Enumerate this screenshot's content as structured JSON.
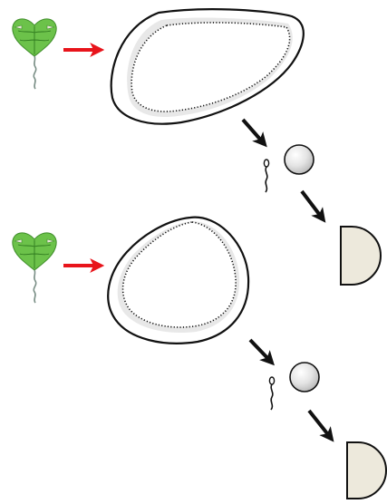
{
  "colors": {
    "background": "#ffffff",
    "input_arrow": "#e8141b",
    "step_arrow": "#111111",
    "outline": "#111111",
    "leaf_fill": "#6cc24a",
    "leaf_veins": "#2f7a1f",
    "leaf_notch": "#e9e6d8",
    "stalk": "#7a8f86",
    "cell_body_light": "#ffffff",
    "cell_body_shadow": "#cfcfcf",
    "vessel_fill": "#ffffff",
    "vessel_shade": "#e9e9e9",
    "half_disc_fill": "#ede9dc"
  },
  "rows": [
    {
      "id": "row-1",
      "source_icon": "green-leaf-organism-icon",
      "input_arrow": "red-arrow-right-icon",
      "vessel": "irregular-vessel-with-dotted-lining",
      "step_arrow_1": "black-arrow-down-right-icon",
      "sperm_icon": "sperm-cell-icon",
      "sphere": "grey-sphere-icon",
      "step_arrow_2": "black-arrow-down-right-icon",
      "product": "half-disc-icon"
    },
    {
      "id": "row-2",
      "source_icon": "green-leaf-organism-icon",
      "input_arrow": "red-arrow-right-icon",
      "vessel": "rounded-vessel-with-dotted-lining",
      "step_arrow_1": "black-arrow-down-right-icon",
      "sperm_icon": "sperm-cell-icon",
      "sphere": "grey-sphere-icon",
      "step_arrow_2": "black-arrow-down-right-icon",
      "product": "half-disc-icon"
    }
  ]
}
